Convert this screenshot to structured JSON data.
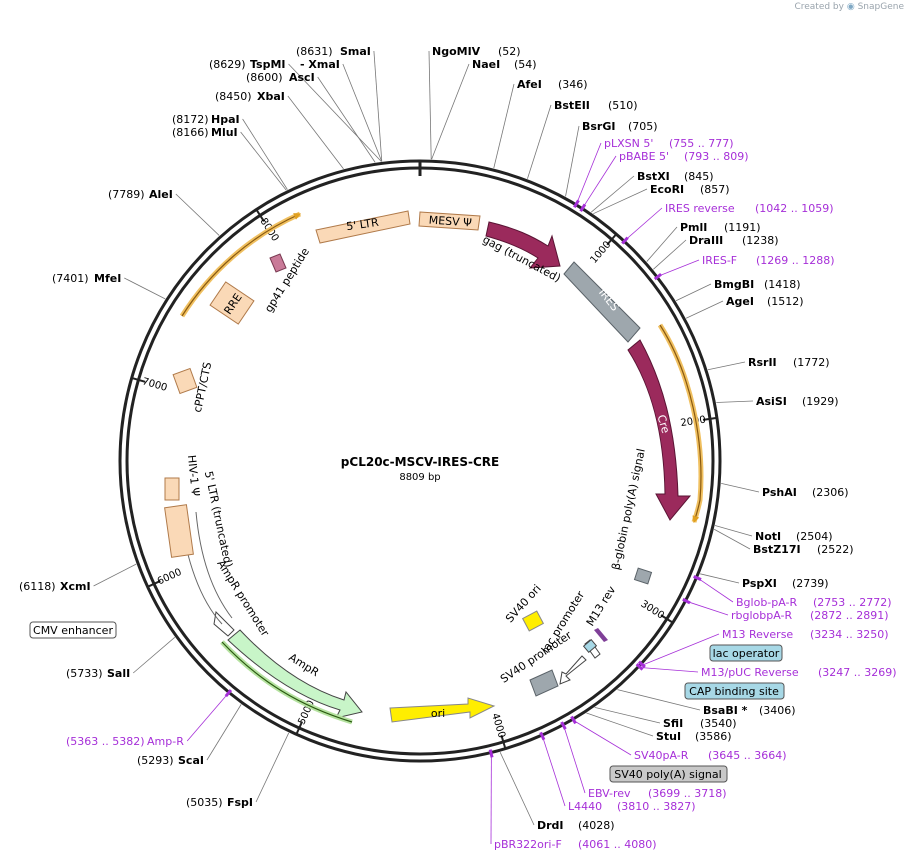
{
  "credit": {
    "prefix": "Created by",
    "brand": "SnapGene"
  },
  "plasmid": {
    "name": "pCL20c-MSCV-IRES-CRE",
    "size": "8809 bp",
    "length": 8809
  },
  "ticks": [
    {
      "bp": 1000,
      "label": "1000"
    },
    {
      "bp": 2000,
      "label": "2000"
    },
    {
      "bp": 3000,
      "label": "3000"
    },
    {
      "bp": 4000,
      "label": "4000"
    },
    {
      "bp": 5000,
      "label": "5000"
    },
    {
      "bp": 6000,
      "label": "6000"
    },
    {
      "bp": 7000,
      "label": "7000"
    },
    {
      "bp": 8000,
      "label": "8000"
    }
  ],
  "enzymes": [
    {
      "name": "SmaI",
      "pos": "(8631)",
      "bp": 8631
    },
    {
      "name": "TspMI",
      "pos": "(8629)",
      "bp": 8629
    },
    {
      "name": "- XmaI",
      "pos": "",
      "bp": 8631
    },
    {
      "name": "AscI",
      "pos": "(8600)",
      "bp": 8600
    },
    {
      "name": "XbaI",
      "pos": "(8450)",
      "bp": 8450
    },
    {
      "name": "HpaI",
      "pos": "(8172)",
      "bp": 8172
    },
    {
      "name": "MluI",
      "pos": "(8166)",
      "bp": 8166
    },
    {
      "name": "AleI",
      "pos": "(7789)",
      "bp": 7789
    },
    {
      "name": "MfeI",
      "pos": "(7401)",
      "bp": 7401
    },
    {
      "name": "XcmI",
      "pos": "(6118)",
      "bp": 6118
    },
    {
      "name": "SalI",
      "pos": "(5733)",
      "bp": 5733
    },
    {
      "name": "ScaI",
      "pos": "(5293)",
      "bp": 5293
    },
    {
      "name": "FspI",
      "pos": "(5035)",
      "bp": 5035
    },
    {
      "name": "NgoMIV",
      "pos": "(52)",
      "bp": 52
    },
    {
      "name": "NaeI",
      "pos": "(54)",
      "bp": 54
    },
    {
      "name": "AfeI",
      "pos": "(346)",
      "bp": 346
    },
    {
      "name": "BstEII",
      "pos": "(510)",
      "bp": 510
    },
    {
      "name": "BsrGI",
      "pos": "(705)",
      "bp": 705
    },
    {
      "name": "BstXI",
      "pos": "(845)",
      "bp": 845
    },
    {
      "name": "EcoRI",
      "pos": "(857)",
      "bp": 857
    },
    {
      "name": "PmlI",
      "pos": "(1191)",
      "bp": 1191
    },
    {
      "name": "DraIII",
      "pos": "(1238)",
      "bp": 1238
    },
    {
      "name": "BmgBI",
      "pos": "(1418)",
      "bp": 1418
    },
    {
      "name": "AgeI",
      "pos": "(1512)",
      "bp": 1512
    },
    {
      "name": "RsrII",
      "pos": "(1772)",
      "bp": 1772
    },
    {
      "name": "AsiSI",
      "pos": "(1929)",
      "bp": 1929
    },
    {
      "name": "PshAI",
      "pos": "(2306)",
      "bp": 2306
    },
    {
      "name": "NotI",
      "pos": "(2504)",
      "bp": 2504
    },
    {
      "name": "BstZ17I",
      "pos": "(2522)",
      "bp": 2522
    },
    {
      "name": "PspXI",
      "pos": "(2739)",
      "bp": 2739
    },
    {
      "name": "BsaBI *",
      "pos": "(3406)",
      "bp": 3406
    },
    {
      "name": "SfiI",
      "pos": "(3540)",
      "bp": 3540
    },
    {
      "name": "StuI",
      "pos": "(3586)",
      "bp": 3586
    },
    {
      "name": "DrdI",
      "pos": "(4028)",
      "bp": 4028
    }
  ],
  "primers": [
    {
      "name": "pLXSN 5'",
      "range": "(755 .. 777)",
      "bp": 766
    },
    {
      "name": "pBABE 5'",
      "range": "(793 .. 809)",
      "bp": 801
    },
    {
      "name": "IRES reverse",
      "range": "(1042 .. 1059)",
      "bp": 1050
    },
    {
      "name": "IRES-F",
      "range": "(1269 .. 1288)",
      "bp": 1278
    },
    {
      "name": "Bglob-pA-R",
      "range": "(2753 .. 2772)",
      "bp": 2762
    },
    {
      "name": "rbglobpA-R",
      "range": "(2872 .. 2891)",
      "bp": 2881
    },
    {
      "name": "M13 Reverse",
      "range": "(3234 .. 3250)",
      "bp": 3242
    },
    {
      "name": "M13/pUC Reverse",
      "range": "(3247 .. 3269)",
      "bp": 3258
    },
    {
      "name": "SV40pA-R",
      "range": "(3645 .. 3664)",
      "bp": 3654
    },
    {
      "name": "EBV-rev",
      "range": "(3699 .. 3718)",
      "bp": 3708
    },
    {
      "name": "L4440",
      "range": "(3810 .. 3827)",
      "bp": 3818
    },
    {
      "name": "pBR322ori-F",
      "range": "(4061 .. 4080)",
      "bp": 4070
    },
    {
      "name": "Amp-R",
      "range": "(5363 .. 5382)",
      "bp": 5372
    }
  ],
  "boxed_features": [
    {
      "name": "lac operator",
      "color": "#a7d8e6"
    },
    {
      "name": "CAP binding site",
      "color": "#a7d8e6"
    },
    {
      "name": "SV40 poly(A) signal",
      "color": "#c8c8c8"
    },
    {
      "name": "CMV enhancer",
      "color": "#ffffff"
    }
  ],
  "features": [
    {
      "name": "5' LTR",
      "color": "#fad9b7"
    },
    {
      "name": "MESV Ψ",
      "color": "#fad9b7"
    },
    {
      "name": "gag (truncated)",
      "color": "#9b2a5c"
    },
    {
      "name": "IRES",
      "color": "#9ea7ad"
    },
    {
      "name": "Cre",
      "color": "#9b2a5c"
    },
    {
      "name": "β-globin poly(A) signal",
      "color": "#9ea7ad"
    },
    {
      "name": "M13 rev",
      "color": "#7f3f98"
    },
    {
      "name": "lac promoter",
      "color": "#ffffff"
    },
    {
      "name": "SV40 promoter",
      "color": "#9ea7ad"
    },
    {
      "name": "SV40 ori",
      "color": "#ffee00"
    },
    {
      "name": "ori",
      "color": "#ffee00"
    },
    {
      "name": "AmpR",
      "color": "#c8f5c8"
    },
    {
      "name": "AmpR promoter",
      "color": "#ffffff"
    },
    {
      "name": "HIV-1 Ψ",
      "color": "#fad9b7"
    },
    {
      "name": "5' LTR (truncated)",
      "color": "#fad9b7"
    },
    {
      "name": "cPPT/CTS",
      "color": "#fad9b7"
    },
    {
      "name": "RRE",
      "color": "#fad9b7"
    },
    {
      "name": "gp41 peptide",
      "color": "#c97a98"
    }
  ],
  "colors": {
    "primer": "#a62fd8",
    "orf_highlight": "#f0b030",
    "backbone": "#222222"
  }
}
